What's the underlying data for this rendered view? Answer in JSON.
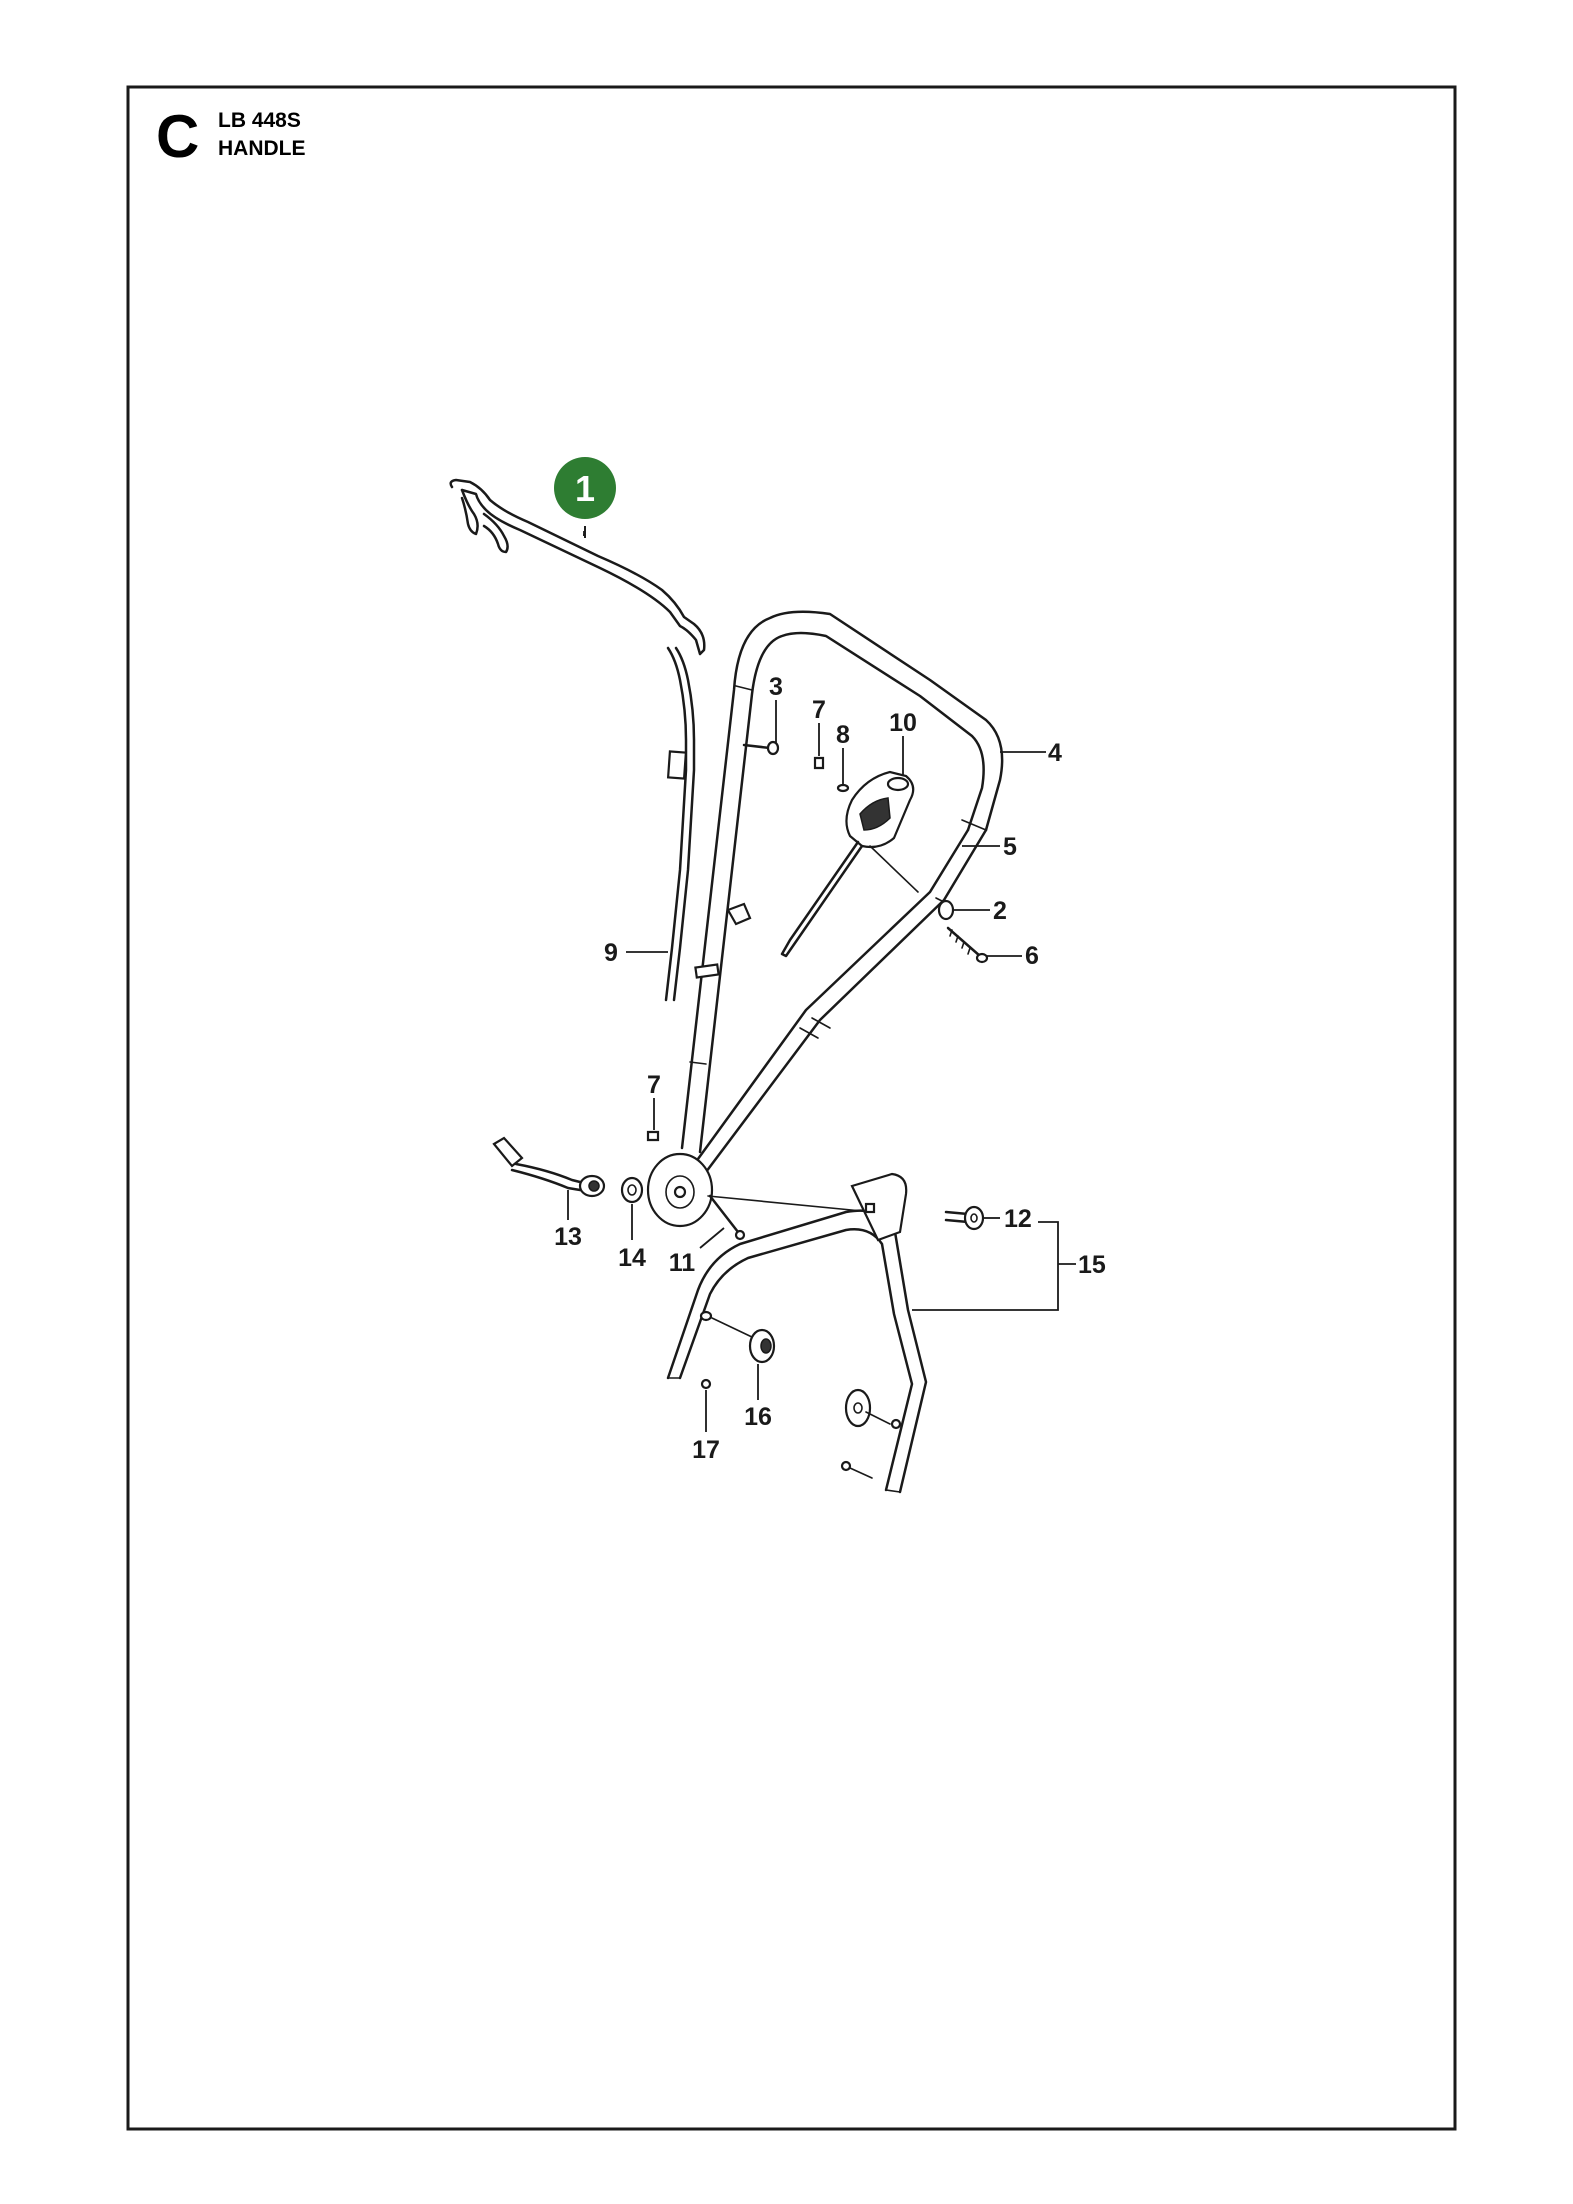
{
  "header": {
    "section_letter": "C",
    "model": "LB 448S",
    "title": "HANDLE"
  },
  "highlight": {
    "label": "1",
    "color": "#2e7d32"
  },
  "callouts": {
    "c2": "2",
    "c3": "3",
    "c4": "4",
    "c5": "5",
    "c6": "6",
    "c7a": "7",
    "c7b": "7",
    "c8": "8",
    "c9": "9",
    "c10": "10",
    "c11": "11",
    "c12": "12",
    "c13": "13",
    "c14": "14",
    "c15": "15",
    "c16": "16",
    "c17": "17"
  }
}
